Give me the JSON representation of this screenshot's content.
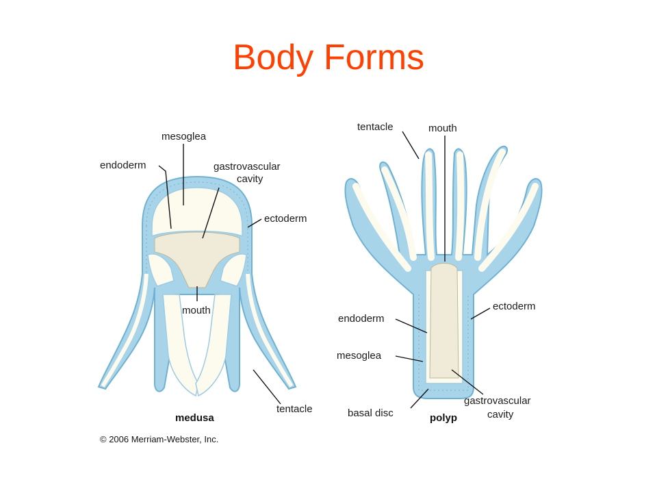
{
  "title": "Body Forms",
  "medusa": {
    "caption": "medusa",
    "labels": {
      "mesoglea": "mesoglea",
      "endoderm": "endoderm",
      "gastrovascular_line1": "gastrovascular",
      "gastrovascular_line2": "cavity",
      "ectoderm": "ectoderm",
      "mouth": "mouth",
      "tentacle": "tentacle"
    }
  },
  "polyp": {
    "caption": "polyp",
    "labels": {
      "tentacle": "tentacle",
      "mouth": "mouth",
      "ectoderm": "ectoderm",
      "endoderm": "endoderm",
      "mesoglea": "mesoglea",
      "basal_disc": "basal disc",
      "gastrovascular_line1": "gastrovascular",
      "gastrovascular_line2": "cavity"
    }
  },
  "copyright": "© 2006 Merriam-Webster, Inc.",
  "colors": {
    "title": "#ff4000",
    "ectoderm": "#a8d4ea",
    "mesoglea": "#fdfaee"
  }
}
